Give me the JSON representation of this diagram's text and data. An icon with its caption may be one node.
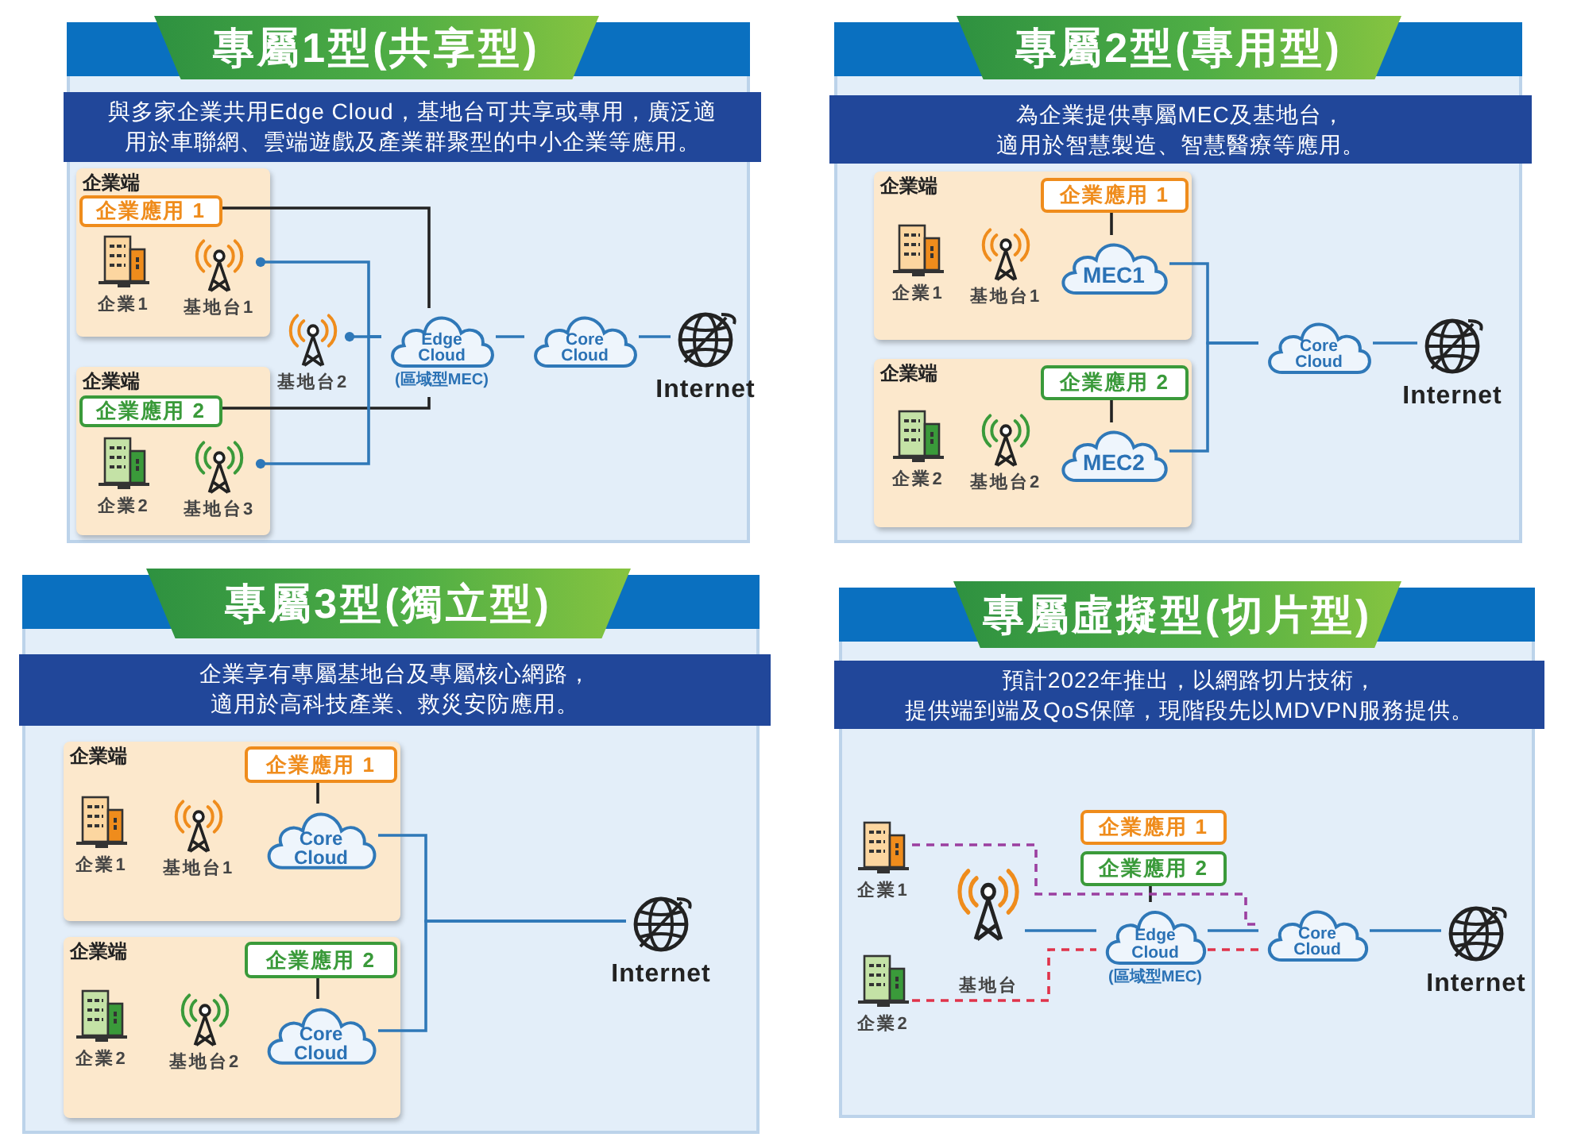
{
  "diagram": {
    "nodes": [
      {
        "text": [
          "專屬1型(共享型)",
          "與多家企業共用Edge Cloud，基地台可共享或專用，廣泛適用於車聯網、雲端遊戲及產業群聚型的中小企業等應用。"
        ]
      },
      {
        "text": [
          "企業端"
        ],
        "in": 0
      },
      {
        "text": [
          "企業應用 1"
        ],
        "in": 1
      },
      {
        "text": [],
        "shape": "picture",
        "beside": [
          "企業1"
        ],
        "in": 1
      },
      {
        "text": [],
        "shape": "picture",
        "beside": [
          "基地台1"
        ],
        "in": 1
      },
      {
        "text": [
          "企業端"
        ],
        "in": 0
      },
      {
        "text": [
          "企業應用 2"
        ],
        "in": 5
      },
      {
        "text": [],
        "shape": "picture",
        "beside": [
          "企業2"
        ],
        "in": 5
      },
      {
        "text": [],
        "shape": "picture",
        "beside": [
          "基地台3"
        ],
        "in": 5
      },
      {
        "text": [],
        "shape": "picture",
        "beside": [
          "基地台2"
        ],
        "in": 0
      },
      {
        "text": [
          "Edge Cloud"
        ],
        "beside": [
          "(區域型MEC)"
        ],
        "in": 0
      },
      {
        "text": [
          "Core Cloud"
        ],
        "in": 0
      },
      {
        "text": [],
        "shape": "picture",
        "beside": [
          "Internet"
        ],
        "in": 0
      },
      {
        "text": [
          "專屬2型(專用型)",
          "為企業提供專屬MEC及基地台，適用於智慧製造、智慧醫療等應用。"
        ]
      },
      {
        "text": [
          "企業端"
        ],
        "in": 13
      },
      {
        "text": [
          "企業應用 1"
        ],
        "in": 14
      },
      {
        "text": [],
        "shape": "picture",
        "beside": [
          "企業1"
        ],
        "in": 14
      },
      {
        "text": [],
        "shape": "picture",
        "beside": [
          "基地台1"
        ],
        "in": 14
      },
      {
        "text": [
          "MEC1"
        ],
        "in": 14
      },
      {
        "text": [
          "企業端"
        ],
        "in": 13
      },
      {
        "text": [
          "企業應用 2"
        ],
        "in": 19
      },
      {
        "text": [],
        "shape": "picture",
        "beside": [
          "企業2"
        ],
        "in": 19
      },
      {
        "text": [],
        "shape": "picture",
        "beside": [
          "基地台2"
        ],
        "in": 19
      },
      {
        "text": [
          "MEC2"
        ],
        "in": 19
      },
      {
        "text": [
          "Core Cloud"
        ],
        "in": 13
      },
      {
        "text": [],
        "shape": "picture",
        "beside": [
          "Internet"
        ],
        "in": 13
      },
      {
        "text": [
          "專屬3型(獨立型)",
          "企業享有專屬基地台及專屬核心網路，適用於高科技產業、救災安防應用。"
        ]
      },
      {
        "text": [
          "企業端"
        ],
        "in": 26
      },
      {
        "text": [
          "企業應用 1"
        ],
        "in": 27
      },
      {
        "text": [],
        "shape": "picture",
        "beside": [
          "企業1"
        ],
        "in": 27
      },
      {
        "text": [],
        "shape": "picture",
        "beside": [
          "基地台1"
        ],
        "in": 27
      },
      {
        "text": [
          "Core Cloud"
        ],
        "in": 27
      },
      {
        "text": [
          "企業端"
        ],
        "in": 26
      },
      {
        "text": [
          "企業應用 2"
        ],
        "in": 32
      },
      {
        "text": [],
        "shape": "picture",
        "beside": [
          "企業2"
        ],
        "in": 32
      },
      {
        "text": [],
        "shape": "picture",
        "beside": [
          "基地台2"
        ],
        "in": 32
      },
      {
        "text": [
          "Core Cloud"
        ],
        "in": 32
      },
      {
        "text": [],
        "shape": "picture",
        "beside": [
          "Internet"
        ],
        "in": 26
      },
      {
        "text": [
          "專屬虛擬型(切片型)",
          "預計2022年推出，以網路切片技術，提供端到端及QoS保障，現階段先以MDVPN服務提供。"
        ]
      },
      {
        "text": [
          "企業應用 1"
        ],
        "in": 38
      },
      {
        "text": [
          "企業應用 2"
        ],
        "in": 38
      },
      {
        "text": [],
        "shape": "picture",
        "beside": [
          "企業1"
        ],
        "in": 38
      },
      {
        "text": [],
        "shape": "picture",
        "beside": [
          "企業2"
        ],
        "in": 38
      },
      {
        "text": [],
        "shape": "picture",
        "beside": [
          "基地台"
        ],
        "in": 38
      },
      {
        "text": [
          "Edge Cloud"
        ],
        "beside": [
          "(區域型MEC)"
        ],
        "in": 38
      },
      {
        "text": [
          "Core Cloud"
        ],
        "in": 38
      },
      {
        "text": [],
        "shape": "picture",
        "beside": [
          "Internet"
        ],
        "in": 38
      }
    ],
    "edges": [
      {
        "from": 2,
        "to": 10,
        "arrow": "none",
        "color": "#222222"
      },
      {
        "from": 6,
        "to": 10,
        "arrow": "none",
        "color": "#222222"
      },
      {
        "from": 4,
        "to": 10,
        "arrow": "other"
      },
      {
        "from": 8,
        "to": 10,
        "arrow": "other"
      },
      {
        "from": 9,
        "to": 10,
        "arrow": "other"
      },
      {
        "from": 10,
        "to": 11,
        "arrow": "none"
      },
      {
        "from": 11,
        "to": 12,
        "arrow": "none"
      },
      {
        "from": 15,
        "to": 18,
        "arrow": "none",
        "color": "#222222"
      },
      {
        "from": 20,
        "to": 23,
        "arrow": "none",
        "color": "#222222"
      },
      {
        "from": 18,
        "to": 24,
        "arrow": "none"
      },
      {
        "from": 23,
        "to": 24,
        "arrow": "none"
      },
      {
        "from": 24,
        "to": 25,
        "arrow": "none"
      },
      {
        "from": 28,
        "to": 31,
        "arrow": "none",
        "color": "#222222"
      },
      {
        "from": 33,
        "to": 36,
        "arrow": "none",
        "color": "#222222"
      },
      {
        "from": 31,
        "to": 37,
        "arrow": "none"
      },
      {
        "from": 36,
        "to": 37,
        "arrow": "none"
      },
      {
        "from": 40,
        "to": 44,
        "arrow": "none",
        "color": "#222222"
      },
      {
        "from": 43,
        "to": 44,
        "arrow": "none"
      },
      {
        "from": 44,
        "to": 45,
        "arrow": "none"
      },
      {
        "from": 45,
        "to": 46,
        "arrow": "none"
      },
      {
        "from": 41,
        "to": 45,
        "arrow": "none",
        "style": "dashed",
        "color": "#9b3fa0"
      },
      {
        "from": 42,
        "to": 44,
        "arrow": "none",
        "style": "dashed",
        "color": "#e0334a"
      },
      {
        "from": 44,
        "to": 45,
        "arrow": "none",
        "style": "dashed",
        "color": "#e0334a"
      }
    ]
  }
}
